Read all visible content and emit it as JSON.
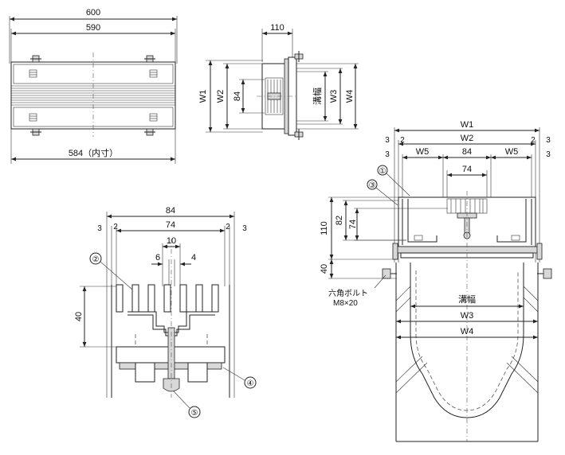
{
  "top_view": {
    "dim_overall": "600",
    "dim_outer": "590",
    "dim_inner": "584（内寸）"
  },
  "side_view": {
    "dim_depth": "110",
    "dim_w1": "W1",
    "dim_w2": "W2",
    "dim_w3": "W3",
    "dim_w4": "W4",
    "dim_84": "84",
    "groove_label": "溝幅"
  },
  "section_view": {
    "dim_w1": "W1",
    "dim_w2": "W2",
    "dim_w5_left": "W5",
    "dim_w5_right": "W5",
    "dim_84": "84",
    "dim_74": "74",
    "dim_3_a": "3",
    "dim_2_a": "2",
    "dim_2_b": "2",
    "dim_3_b": "3",
    "dim_3_c": "3",
    "dim_3_d": "3",
    "dim_110": "110",
    "dim_82": "82",
    "dim_74_v": "74",
    "dim_40": "40",
    "callout_1": "①",
    "callout_3": "③",
    "bolt_label_1": "六角ボルト",
    "bolt_label_2": "M8×20",
    "groove_label": "溝幅",
    "dim_w3": "W3",
    "dim_w4": "W4"
  },
  "detail_view": {
    "dim_84": "84",
    "dim_74": "74",
    "dim_3_l": "3",
    "dim_2_l": "2",
    "dim_2_r": "2",
    "dim_3_r": "3",
    "dim_10": "10",
    "dim_6": "6",
    "dim_4": "4",
    "dim_40": "40",
    "callout_2": "②",
    "callout_4": "④",
    "callout_5": "⑤"
  }
}
